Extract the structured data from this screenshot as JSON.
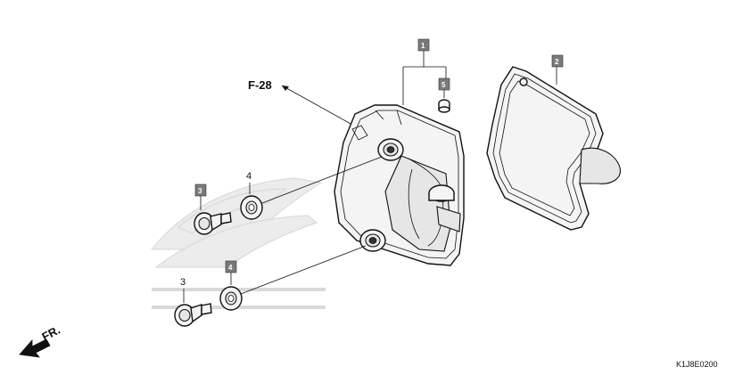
{
  "diagram_code": "K1J8E0200",
  "reference": "F-28",
  "direction_label": "FR.",
  "callouts": {
    "part_1": "1",
    "part_2": "2",
    "part_3_boxed": "3",
    "part_3_plain": "3",
    "part_4_plain": "4",
    "part_4_boxed": "4",
    "part_5": "5"
  },
  "colors": {
    "callout_box": "#7a7a7a",
    "line": "#111111"
  }
}
